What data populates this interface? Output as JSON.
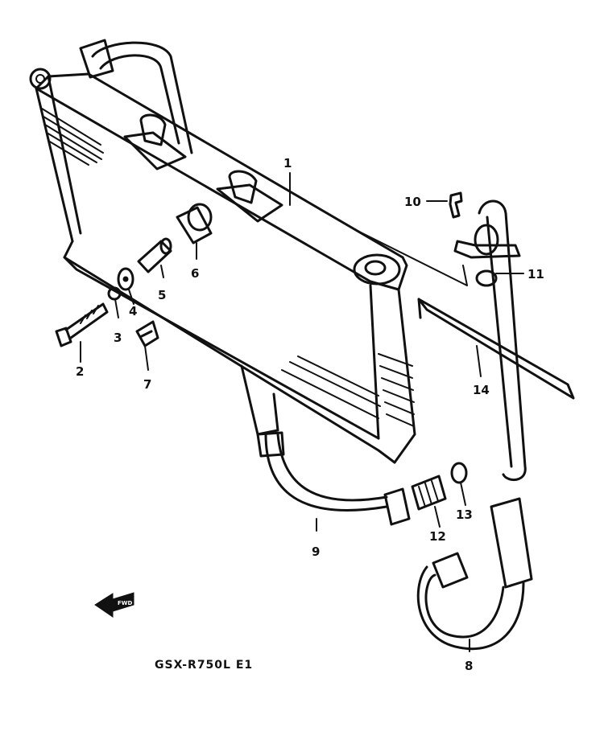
{
  "diagram": {
    "model_code": "GSX-R750L E1",
    "direction_icon": "forward-arrow-icon",
    "line_color": "#111111",
    "background": "#ffffff",
    "parts": [
      {
        "id": "part-1",
        "number": "1",
        "icon": "oil-cooler-icon"
      },
      {
        "id": "part-2",
        "number": "2",
        "icon": "bolt-icon"
      },
      {
        "id": "part-3",
        "number": "3",
        "icon": "lock-washer-icon"
      },
      {
        "id": "part-4",
        "number": "4",
        "icon": "washer-icon"
      },
      {
        "id": "part-5",
        "number": "5",
        "icon": "spacer-icon"
      },
      {
        "id": "part-6",
        "number": "6",
        "icon": "grommet-icon"
      },
      {
        "id": "part-7",
        "number": "7",
        "icon": "clip-nut-icon"
      },
      {
        "id": "part-8",
        "number": "8",
        "icon": "inlet-hose-icon"
      },
      {
        "id": "part-9",
        "number": "9",
        "icon": "outlet-hose-icon"
      },
      {
        "id": "part-10",
        "number": "10",
        "icon": "screw-icon"
      },
      {
        "id": "part-11",
        "number": "11",
        "icon": "o-ring-icon"
      },
      {
        "id": "part-12",
        "number": "12",
        "icon": "union-bolt-icon"
      },
      {
        "id": "part-13",
        "number": "13",
        "icon": "gasket-icon"
      },
      {
        "id": "part-14",
        "number": "14",
        "icon": "cable-tie-icon"
      }
    ]
  }
}
